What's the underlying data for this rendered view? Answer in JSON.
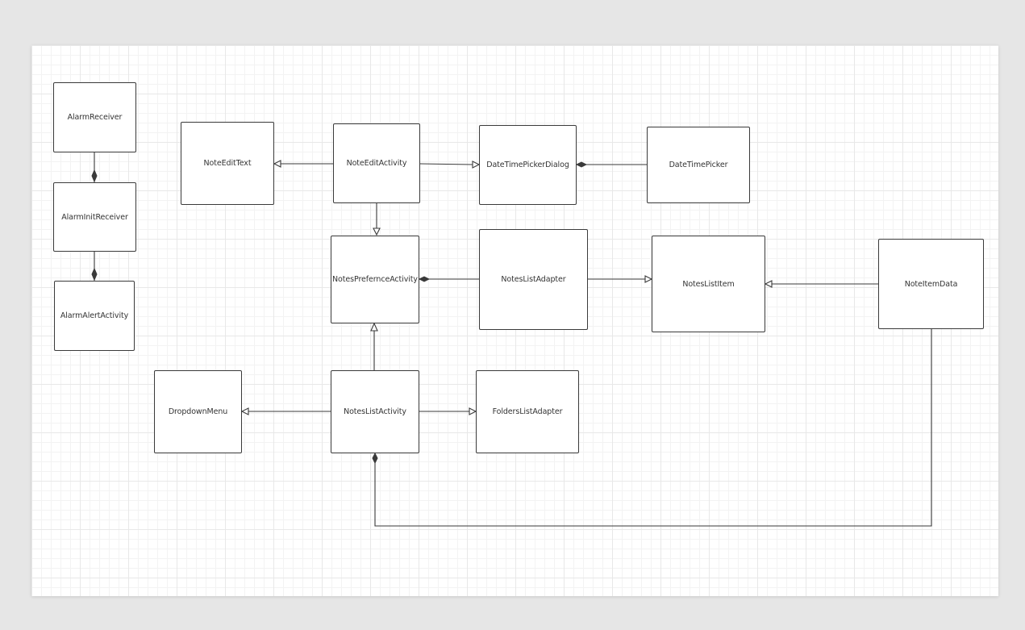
{
  "diagram": {
    "classes": {
      "alarm_receiver": "AlarmReceiver",
      "alarm_init_receiver": "AlarmInitReceiver",
      "alarm_alert_activity": "AlarmAlertActivity",
      "note_edit_text": "NoteEditText",
      "note_edit_activity": "NoteEditActivity",
      "date_time_picker_dialog": "DateTimePickerDialog",
      "date_time_picker": "DateTimePicker",
      "notes_prefernce_activity": "NotesPrefernceActivity",
      "notes_list_adapter": "NotesListAdapter",
      "notes_list_item": "NotesListItem",
      "note_item_data": "NoteItemData",
      "dropdown_menu": "DropdownMenu",
      "notes_list_activity": "NotesListActivity",
      "folders_list_adapter": "FoldersListAdapter"
    },
    "colors": {
      "border": "#3a3a3a",
      "line": "#3a3a3a",
      "canvas": "#ffffff",
      "background": "#e6e6e6"
    }
  }
}
